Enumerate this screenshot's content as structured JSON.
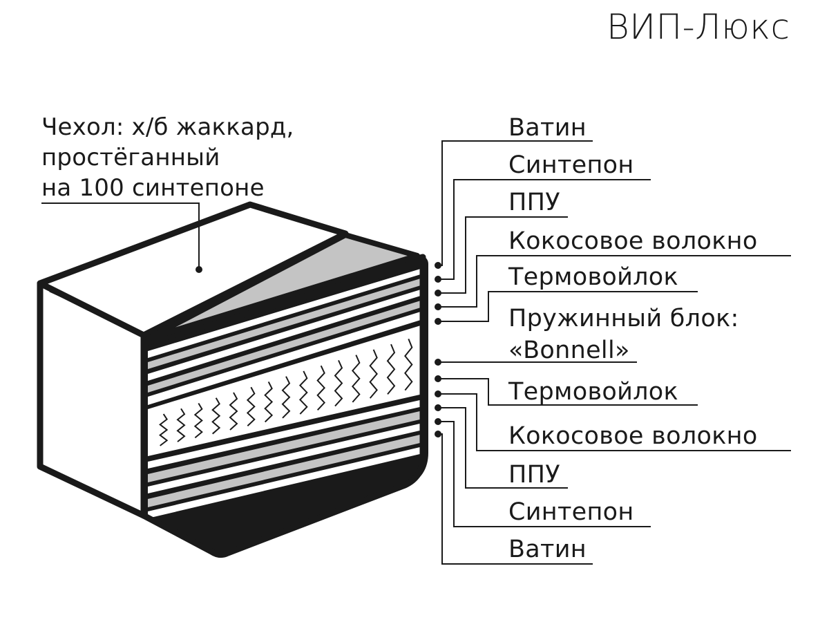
{
  "title": "ВИП-Люкс",
  "cover": {
    "line1": "Чехол: х/б жаккард,",
    "line2": "простёганный",
    "line3": "на 100 синтепоне"
  },
  "layers": {
    "top": [
      "Ватин",
      "Синтепон",
      "ППУ",
      "Кокосовое волокно",
      "Термовойлок"
    ],
    "spring_block_line1": "Пружинный блок:",
    "spring_block_line2": "«Bonnell»",
    "bottom": [
      "Термовойлок",
      "Кокосовое волокно",
      "ППУ",
      "Синтепон",
      "Ватин"
    ]
  },
  "colors": {
    "ink": "#1a1a1a",
    "layer_gray": "#c4c4c4",
    "top_face": "#c4c4c4",
    "background": "#ffffff"
  },
  "icons": {
    "spring": "zigzag-spring-icon",
    "leader_dot": "leader-dot-icon"
  }
}
